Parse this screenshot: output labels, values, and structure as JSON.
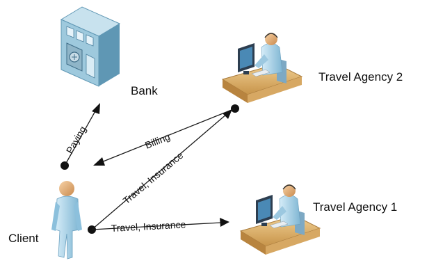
{
  "nodes": {
    "bank": {
      "label": "Bank",
      "icon": "bank-building-icon"
    },
    "agency2": {
      "label": "Travel Agency 2",
      "icon": "agent-at-computer-icon"
    },
    "agency1": {
      "label": "Travel Agency 1",
      "icon": "agent-at-computer-icon"
    },
    "client": {
      "label": "Client",
      "icon": "person-icon"
    }
  },
  "edges": {
    "paying": {
      "label": "Paying"
    },
    "billing": {
      "label": "Billing"
    },
    "travel_insurance_upper": {
      "label": "Travel, Insurance"
    },
    "travel_insurance_lower": {
      "label": "Travel, Insurance"
    }
  },
  "colors": {
    "building_face": "#9ec9dd",
    "building_side": "#5f97b4",
    "person_body": "#a9d3ea",
    "skin": "#e8b786",
    "desk": "#e0b774",
    "monitor": "#2d3e50"
  }
}
